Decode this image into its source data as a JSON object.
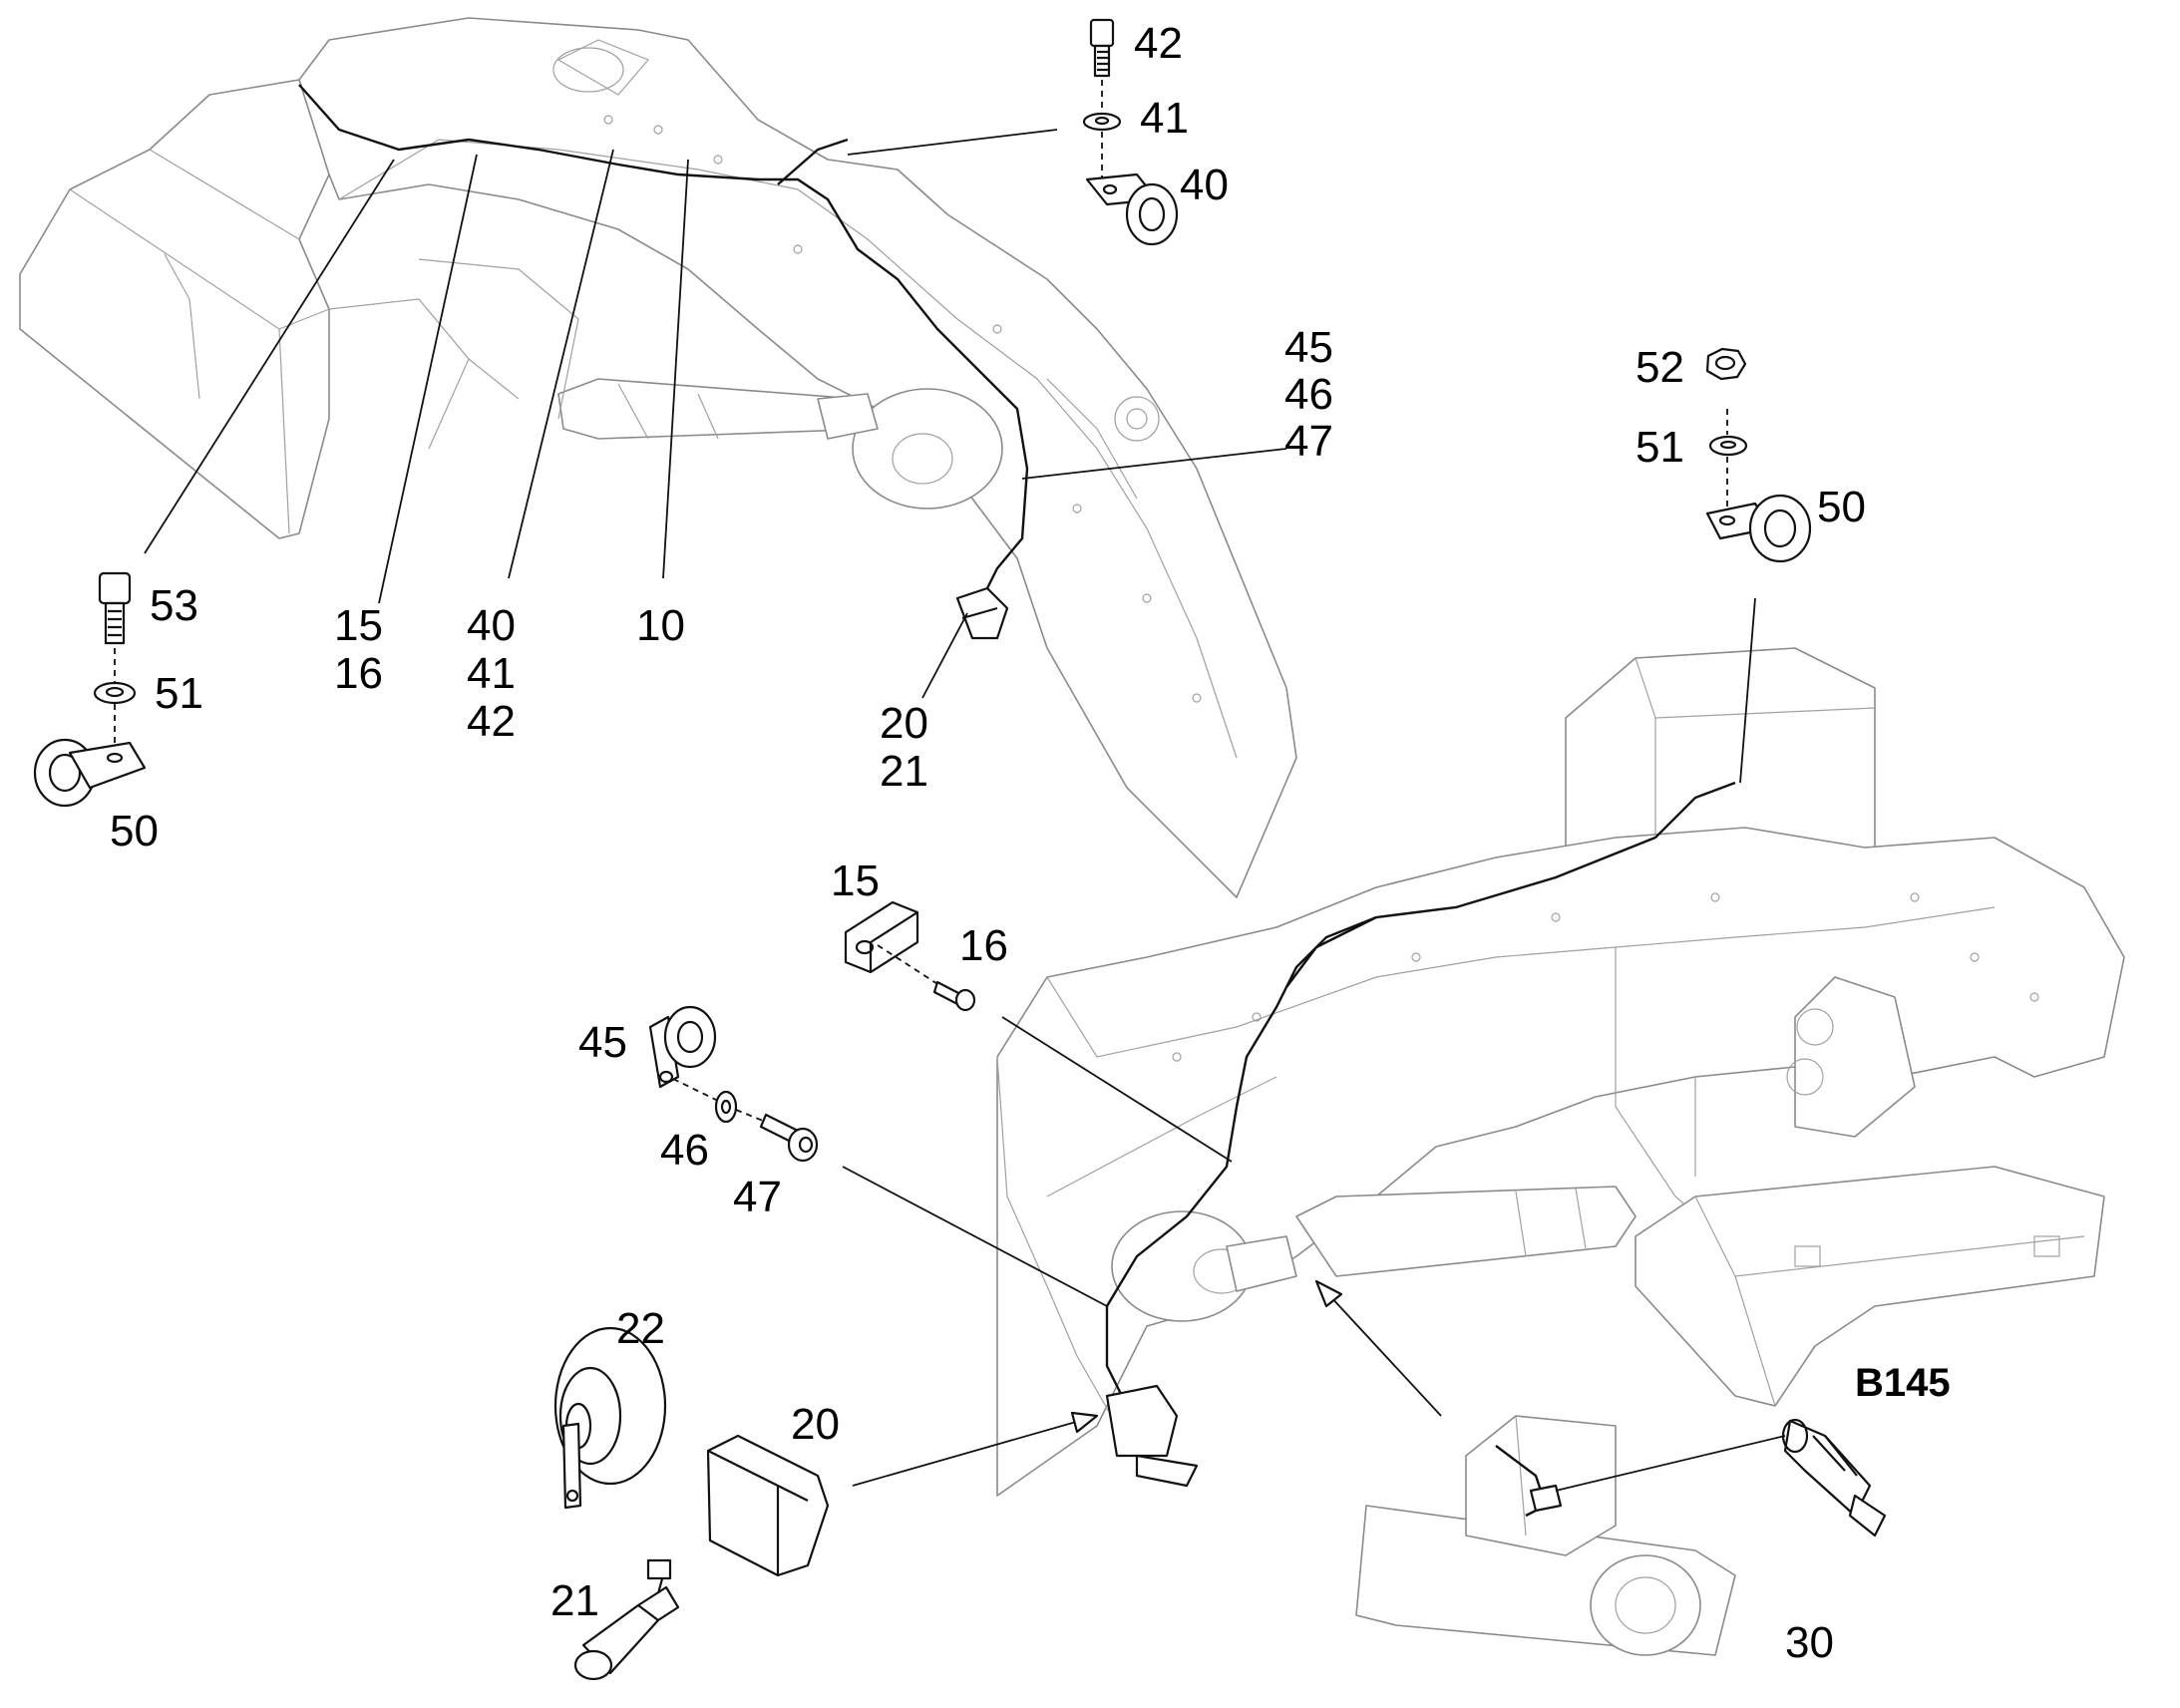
{
  "labels": {
    "l42_top": "42",
    "l41_top": "41",
    "l40_top": "40",
    "l45_a": "45",
    "l46_a": "46",
    "l47_a": "47",
    "l52": "52",
    "l51_right": "51",
    "l50_right": "50",
    "l53": "53",
    "l51_left": "51",
    "l50_left": "50",
    "l15_a": "15",
    "l16_a": "16",
    "l40_b": "40",
    "l41_b": "41",
    "l42_b": "42",
    "l10": "10",
    "l20_a": "20",
    "l21_a": "21",
    "l15_b": "15",
    "l16_b": "16",
    "l45_b": "45",
    "l46_b": "46",
    "l47_b": "47",
    "l22": "22",
    "l20_b": "20",
    "l21_b": "21",
    "lB145": "B145",
    "l30": "30"
  },
  "colors": {
    "linework": "#111111",
    "frame": "#8a8a8a",
    "background": "#ffffff"
  }
}
